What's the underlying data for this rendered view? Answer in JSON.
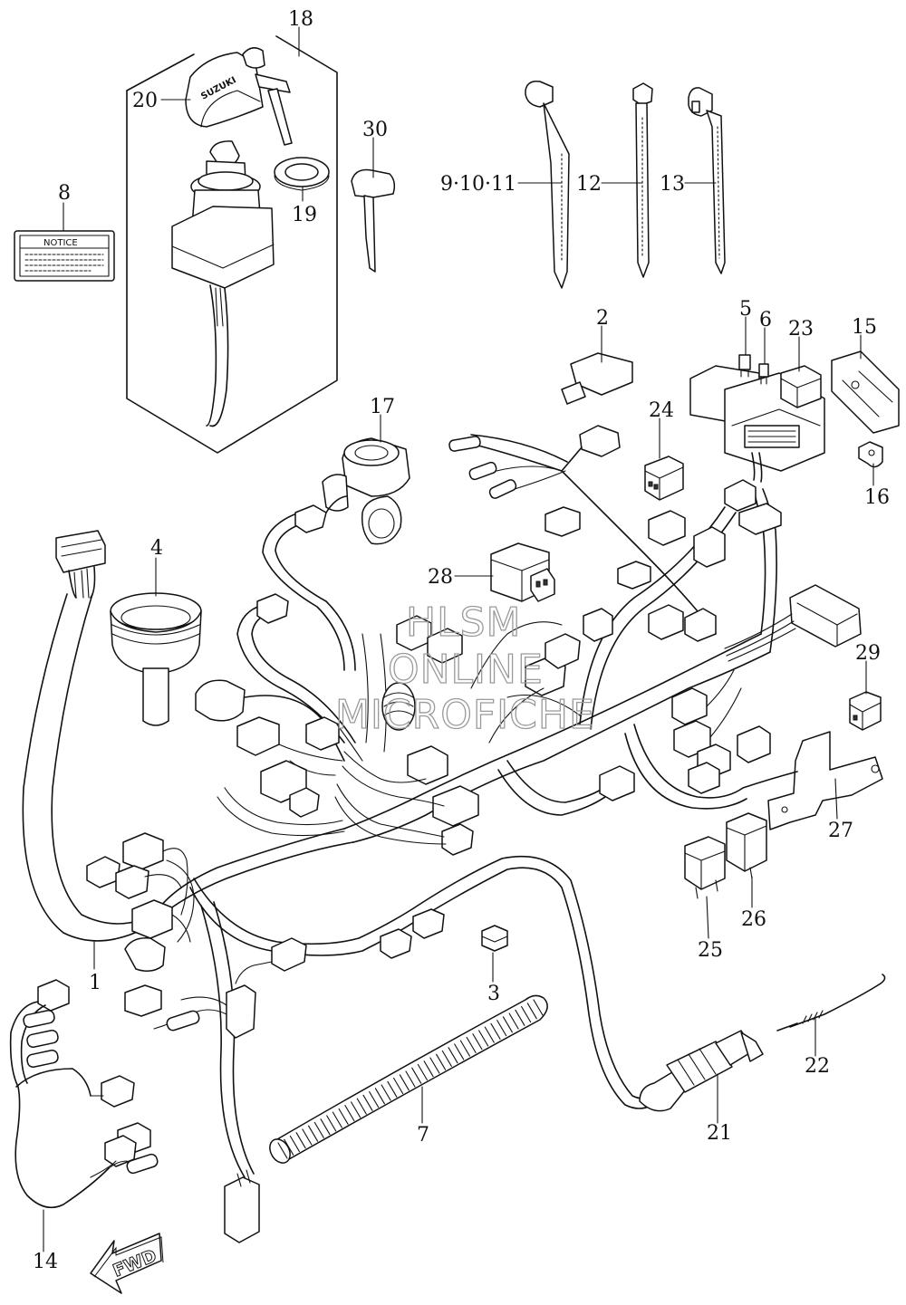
{
  "labels": {
    "p1": "1",
    "p2": "2",
    "p3": "3",
    "p4": "4",
    "p5": "5",
    "p6": "6",
    "p7": "7",
    "p8": "8",
    "p9_11": "9·10·11",
    "p12": "12",
    "p13": "13",
    "p14": "14",
    "p15": "15",
    "p16": "16",
    "p17": "17",
    "p18": "18",
    "p19": "19",
    "p20": "20",
    "p21": "21",
    "p22": "22",
    "p23": "23",
    "p24": "24",
    "p25": "25",
    "p26": "26",
    "p27": "27",
    "p28": "28",
    "p29": "29",
    "p30": "30"
  },
  "notice_text": "NOTICE",
  "key_cover_text": "SUZUKI",
  "fwd_text": "FWD",
  "watermark": {
    "line1": "HLSM",
    "line2": "ONLINE",
    "line3": "MICROFICHE"
  }
}
